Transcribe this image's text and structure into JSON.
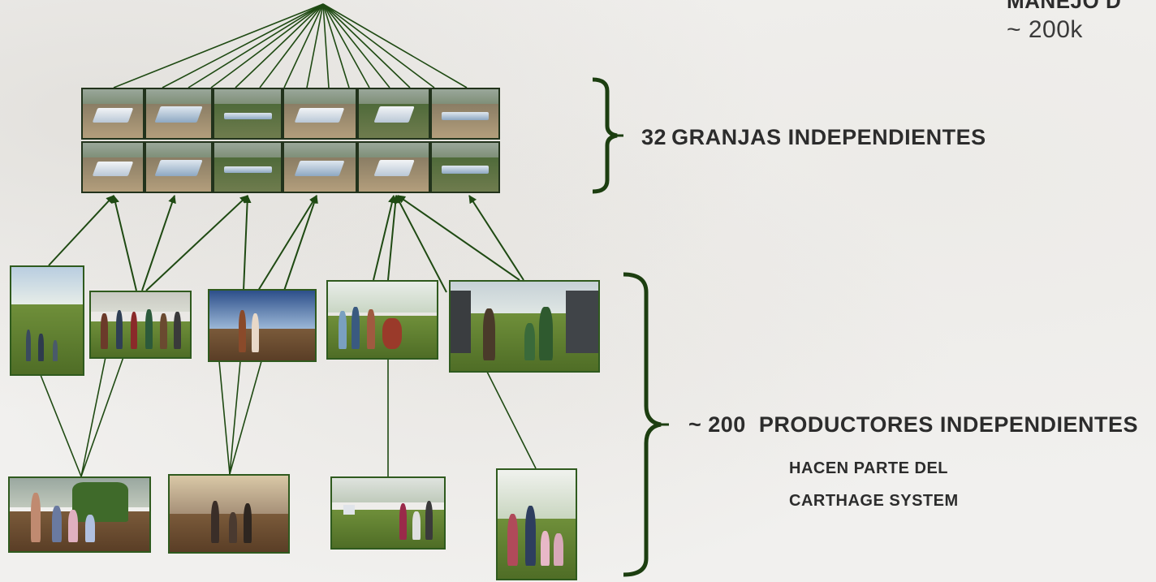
{
  "top_right": {
    "heading": "MANEJO D",
    "value": "~ 200k"
  },
  "farms": {
    "count": "32",
    "label": "Granjas independientes"
  },
  "producers": {
    "prefix": "~ 200",
    "line1": "Productores independientes",
    "line2": "hacen parte del",
    "line3": "Carthage System"
  },
  "colors": {
    "line": "#1f4a13",
    "bracket": "#1c3e10",
    "text": "#2c2c2c"
  }
}
